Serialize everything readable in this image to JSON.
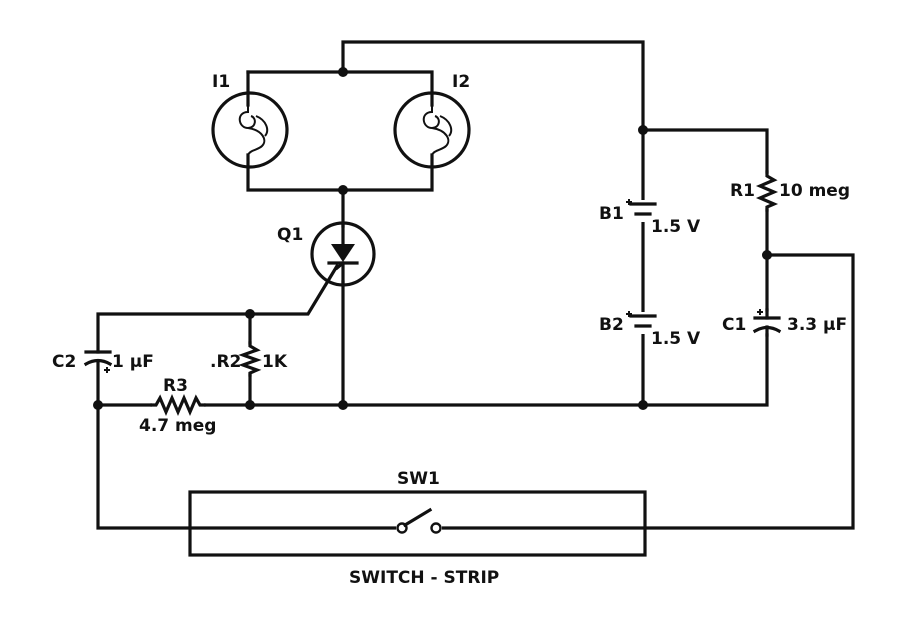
{
  "labels": {
    "i1": "I1",
    "i2": "I2",
    "q1": "Q1",
    "b1": "B1",
    "b1_value": "1.5 V",
    "b2": "B2",
    "b2_value": "1.5 V",
    "r1": "R1",
    "r1_value": "10 meg",
    "c1": "C1",
    "c1_value": "3.3 µF",
    "c2": "C2",
    "c2_value": "1 µF",
    "r2": ".R2",
    "r2_value": "1K",
    "r3": "R3",
    "r3_value": "4.7 meg",
    "sw1": "SW1",
    "switch_strip": "SWITCH - STRIP"
  },
  "icons": [
    "lamp-icon",
    "scr-icon",
    "battery-icon",
    "resistor-icon",
    "capacitor-icon",
    "switch-icon"
  ]
}
